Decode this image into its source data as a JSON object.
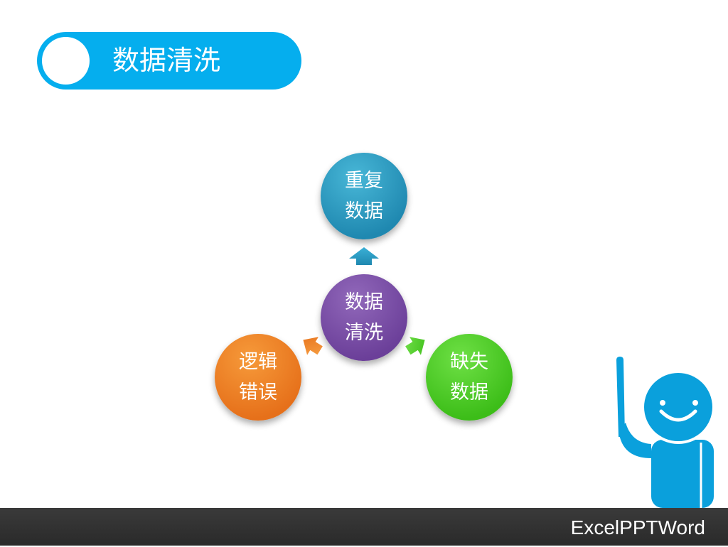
{
  "title": {
    "text": "数据清洗"
  },
  "diagram": {
    "center": {
      "line1": "数据",
      "line2": "清洗",
      "color": "#6b3f99"
    },
    "top": {
      "line1": "重复",
      "line2": "数据",
      "color": "#1f88b0"
    },
    "left": {
      "line1": "逻辑",
      "line2": "错误",
      "color": "#e6701a"
    },
    "right": {
      "line1": "缺失",
      "line2": "数据",
      "color": "#3cbd18"
    }
  },
  "footer": {
    "logo": "ExcelPPTWord"
  },
  "colors": {
    "accent": "#05aeee",
    "footer_bg": "#2f2f2f"
  }
}
